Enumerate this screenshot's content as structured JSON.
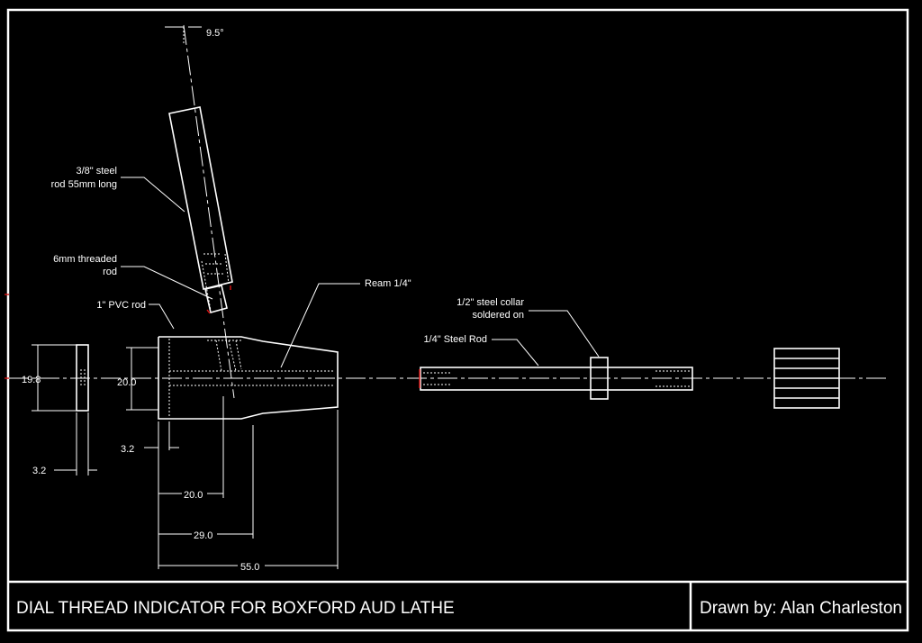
{
  "title_block": {
    "title": "DIAL THREAD INDICATOR FOR BOXFORD AUD LATHE",
    "drawn_by": "Drawn by: Alan Charleston"
  },
  "labels": {
    "angle": "9.5°",
    "steel_rod_line1": "3/8\" steel",
    "steel_rod_line2": "rod 55mm long",
    "threaded_rod_line1": "6mm threaded",
    "threaded_rod_line2": "rod",
    "pvc_rod": "1\" PVC rod",
    "ream": "Ream 1/4\"",
    "collar_line1": "1/2\" steel collar",
    "collar_line2": "soldered on",
    "quarter_rod": "1/4\" Steel Rod"
  },
  "dimensions": {
    "washer_dia": "19.8",
    "washer_thk": "3.2",
    "body_dia": "20.0",
    "recess": "3.2",
    "hole_pos": "20.0",
    "taper_start": "29.0",
    "overall": "55.0"
  }
}
